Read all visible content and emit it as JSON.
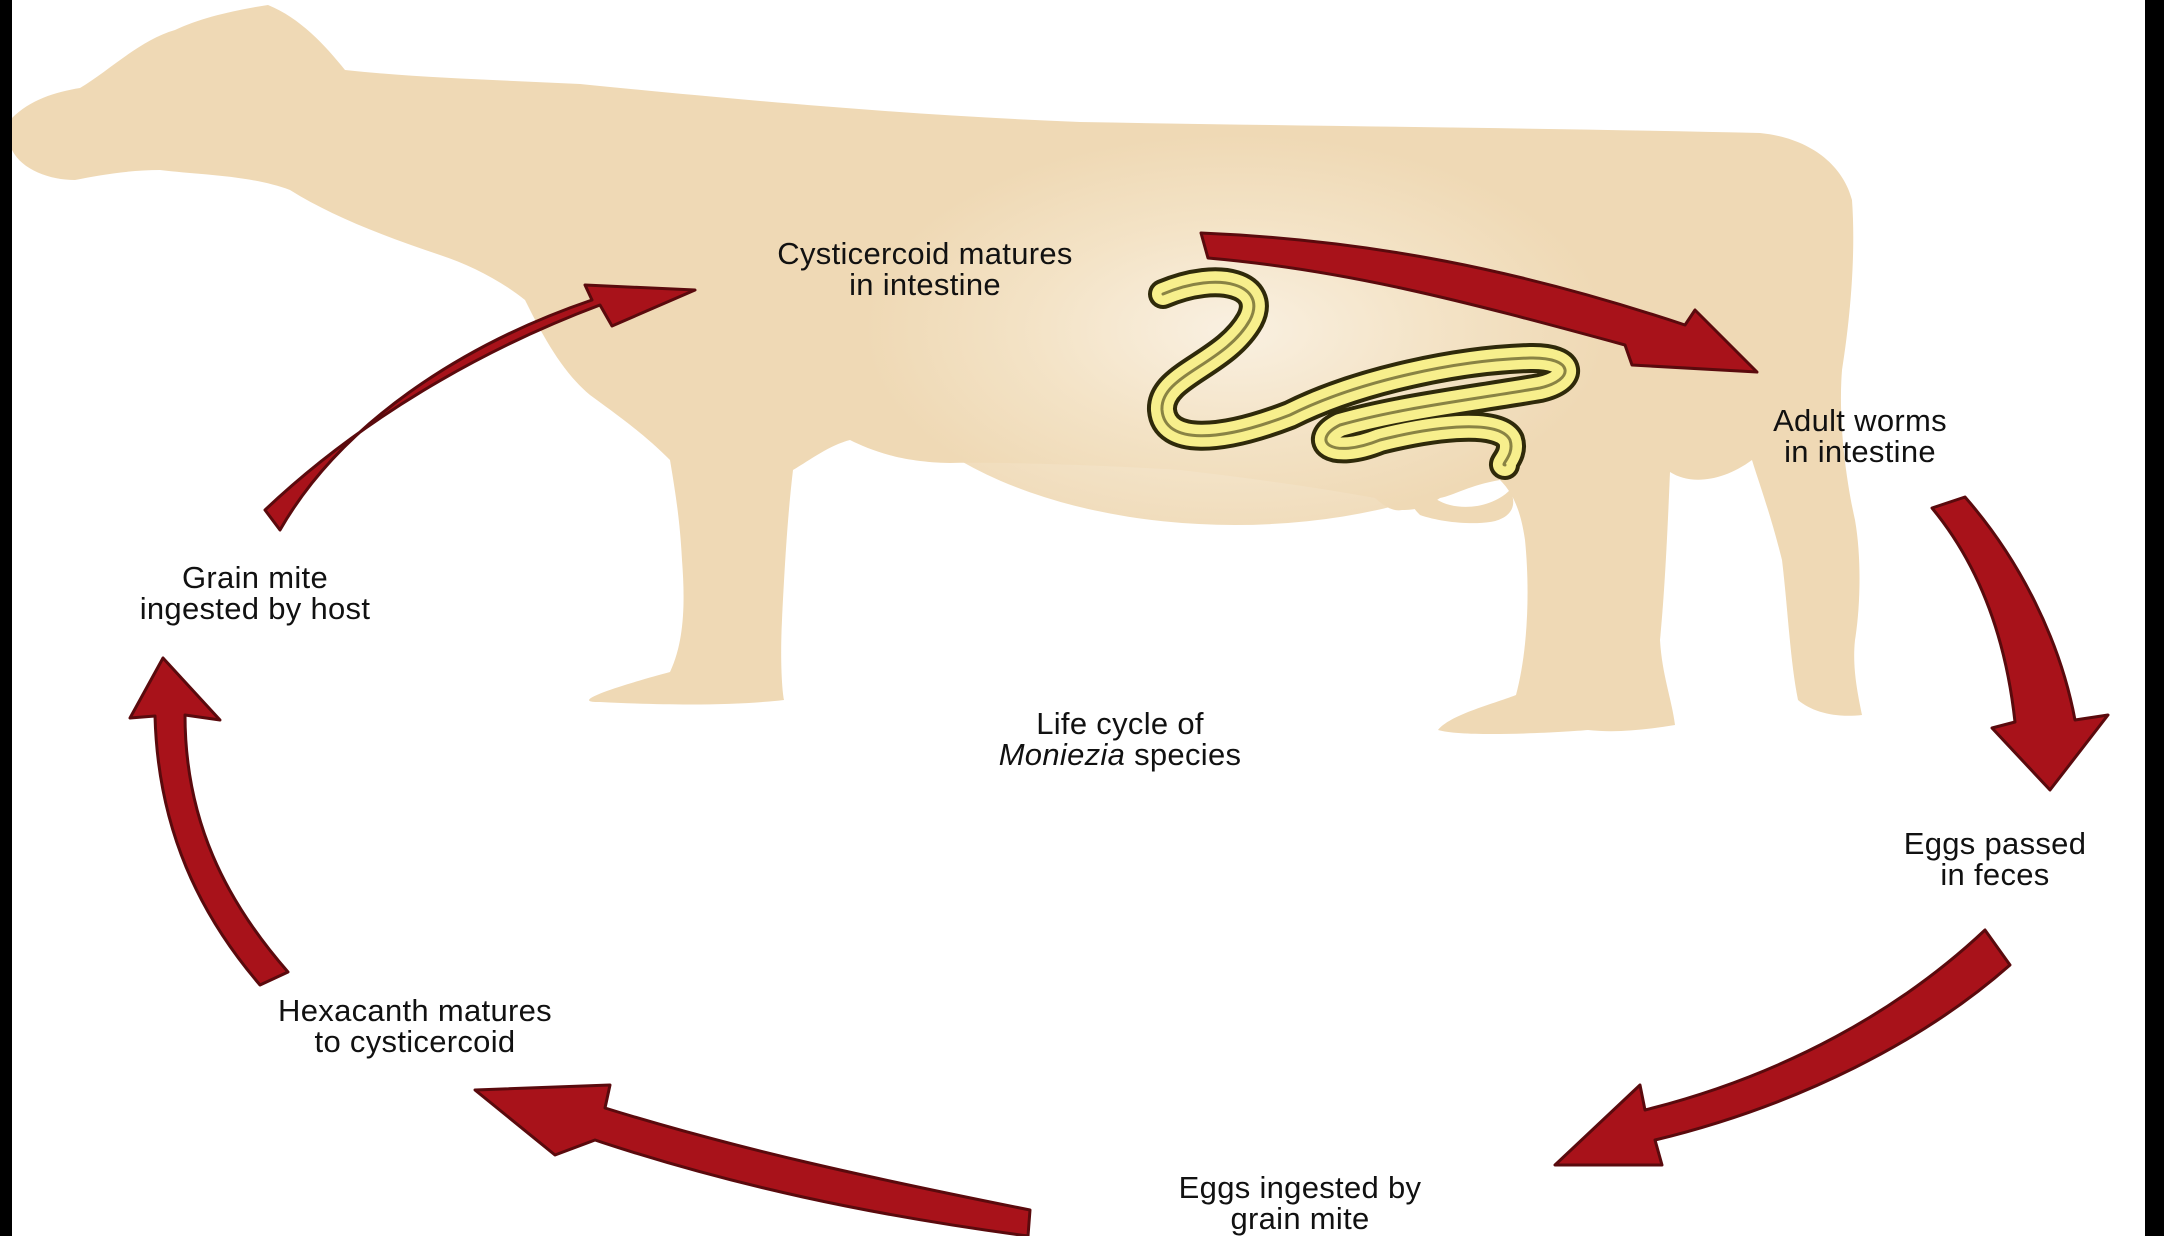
{
  "diagram": {
    "title": {
      "line1": "Life cycle of",
      "genus": "Moniezia",
      "species_word": "species"
    },
    "stages": [
      {
        "line1": "Cysticercoid matures",
        "line2": "in intestine"
      },
      {
        "line1": "Adult worms",
        "line2": "in intestine"
      },
      {
        "line1": "Eggs passed",
        "line2": "in feces"
      },
      {
        "line1": "Eggs ingested by",
        "line2": "grain mite"
      },
      {
        "line1": "Hexacanth matures",
        "line2": "to cysticercoid"
      },
      {
        "line1": "Grain mite",
        "line2": "ingested by host"
      }
    ],
    "host": "cow-silhouette",
    "parasite": "tapeworm-icon",
    "colors": {
      "host": "#efd9b5",
      "host_glow": "#fbf3e6",
      "arrow": "#a8121a",
      "arrow_outline": "#5a0a0d",
      "worm_fill": "#f7ef8c",
      "worm_outline": "#2f2a0a"
    }
  }
}
